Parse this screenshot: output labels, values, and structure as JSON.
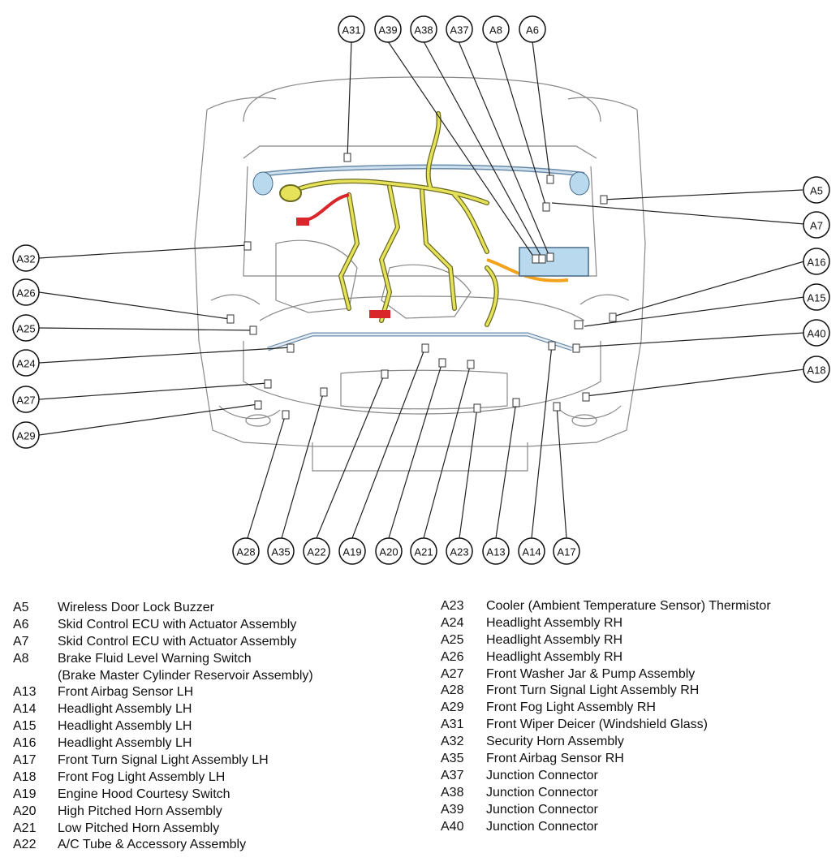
{
  "callouts": [
    {
      "id": "A31"
    },
    {
      "id": "A39"
    },
    {
      "id": "A38"
    },
    {
      "id": "A37"
    },
    {
      "id": "A8"
    },
    {
      "id": "A6"
    },
    {
      "id": "A5"
    },
    {
      "id": "A7"
    },
    {
      "id": "A16"
    },
    {
      "id": "A15"
    },
    {
      "id": "A40"
    },
    {
      "id": "A18"
    },
    {
      "id": "A32"
    },
    {
      "id": "A26"
    },
    {
      "id": "A25"
    },
    {
      "id": "A24"
    },
    {
      "id": "A27"
    },
    {
      "id": "A29"
    },
    {
      "id": "A28"
    },
    {
      "id": "A35"
    },
    {
      "id": "A22"
    },
    {
      "id": "A19"
    },
    {
      "id": "A20"
    },
    {
      "id": "A21"
    },
    {
      "id": "A23"
    },
    {
      "id": "A13"
    },
    {
      "id": "A14"
    },
    {
      "id": "A17"
    }
  ],
  "legend_left": [
    {
      "code": "A5",
      "text": "Wireless Door Lock Buzzer"
    },
    {
      "code": "A6",
      "text": "Skid Control ECU with Actuator Assembly"
    },
    {
      "code": "A7",
      "text": "Skid Control ECU with Actuator Assembly"
    },
    {
      "code": "A8",
      "text": "Brake Fluid Level Warning Switch"
    },
    {
      "code": "",
      "text": "(Brake Master Cylinder Reservoir Assembly)"
    },
    {
      "code": "A13",
      "text": "Front Airbag Sensor LH"
    },
    {
      "code": "A14",
      "text": "Headlight Assembly LH"
    },
    {
      "code": "A15",
      "text": "Headlight Assembly LH"
    },
    {
      "code": "A16",
      "text": "Headlight Assembly LH"
    },
    {
      "code": "A17",
      "text": "Front Turn Signal Light Assembly LH"
    },
    {
      "code": "A18",
      "text": "Front Fog Light Assembly LH"
    },
    {
      "code": "A19",
      "text": "Engine Hood Courtesy Switch"
    },
    {
      "code": "A20",
      "text": "High Pitched Horn Assembly"
    },
    {
      "code": "A21",
      "text": "Low Pitched Horn Assembly"
    },
    {
      "code": "A22",
      "text": "A/C Tube & Accessory Assembly"
    }
  ],
  "legend_right": [
    {
      "code": "A23",
      "text": "Cooler (Ambient Temperature Sensor) Thermistor"
    },
    {
      "code": "A24",
      "text": "Headlight Assembly RH"
    },
    {
      "code": "A25",
      "text": "Headlight Assembly RH"
    },
    {
      "code": "A26",
      "text": "Headlight Assembly RH"
    },
    {
      "code": "A27",
      "text": "Front Washer Jar & Pump Assembly"
    },
    {
      "code": "A28",
      "text": "Front Turn Signal Light Assembly RH"
    },
    {
      "code": "A29",
      "text": "Front Fog Light Assembly RH"
    },
    {
      "code": "A31",
      "text": "Front Wiper Deicer (Windshield Glass)"
    },
    {
      "code": "A32",
      "text": "Security Horn Assembly"
    },
    {
      "code": "A35",
      "text": "Front Airbag Sensor RH"
    },
    {
      "code": "A37",
      "text": "Junction Connector"
    },
    {
      "code": "A38",
      "text": "Junction Connector"
    },
    {
      "code": "A39",
      "text": "Junction Connector"
    },
    {
      "code": "A40",
      "text": "Junction Connector"
    }
  ],
  "colors": {
    "harness": "#e6e35a",
    "harness_stroke": "#6a6a20",
    "orange_harness": "#f2a21c",
    "red_connector": "#d8262b",
    "blue_module": "#b9d9ef",
    "outline": "#555555"
  }
}
